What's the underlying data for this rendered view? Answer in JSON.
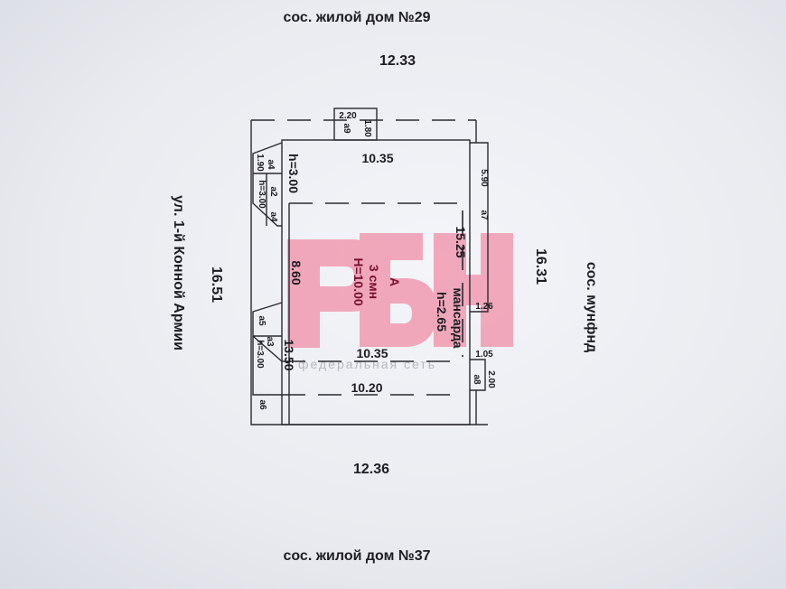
{
  "labels": {
    "top_neighbor": "сос. жилой дом №29",
    "bottom_neighbor": "сос. жилой дом №37",
    "street": "ул. 1-й Конной Армии",
    "right_neighbor": "сос. мунфнд",
    "top_length": "12.33",
    "bottom_length": "12.36",
    "left_length": "16.51",
    "right_length": "16.31"
  },
  "building": {
    "letter": "А",
    "floors": "3 смн",
    "height": "H=10.00",
    "attic": "мансарда",
    "attic_height": "h=2.65",
    "top_width": "10.35",
    "mid_width": "10.35",
    "bottom_width": "10.20",
    "depth_left": "8.60",
    "depth_left_lower": "13.50",
    "depth_right": "15.25",
    "front_h": "h=3.00"
  },
  "annexes": {
    "a9": {
      "name": "а9",
      "w": "2.20",
      "d": "1.80"
    },
    "a4_top": "а4",
    "a4_dim": "1.90",
    "a4_h": "h=3.00",
    "a2": "а2",
    "a4_low": "а4",
    "a5": "а5",
    "a3": "а3",
    "a3_h": "h=3.00",
    "a6": "а6",
    "a7": {
      "name": "а7",
      "d": "5.90"
    },
    "a7_w": "1.26",
    "a8": {
      "name": "а8",
      "d": "2.00",
      "w": "1.05"
    }
  },
  "watermark": {
    "logo": "РБН",
    "text": "федеральная сеть"
  }
}
